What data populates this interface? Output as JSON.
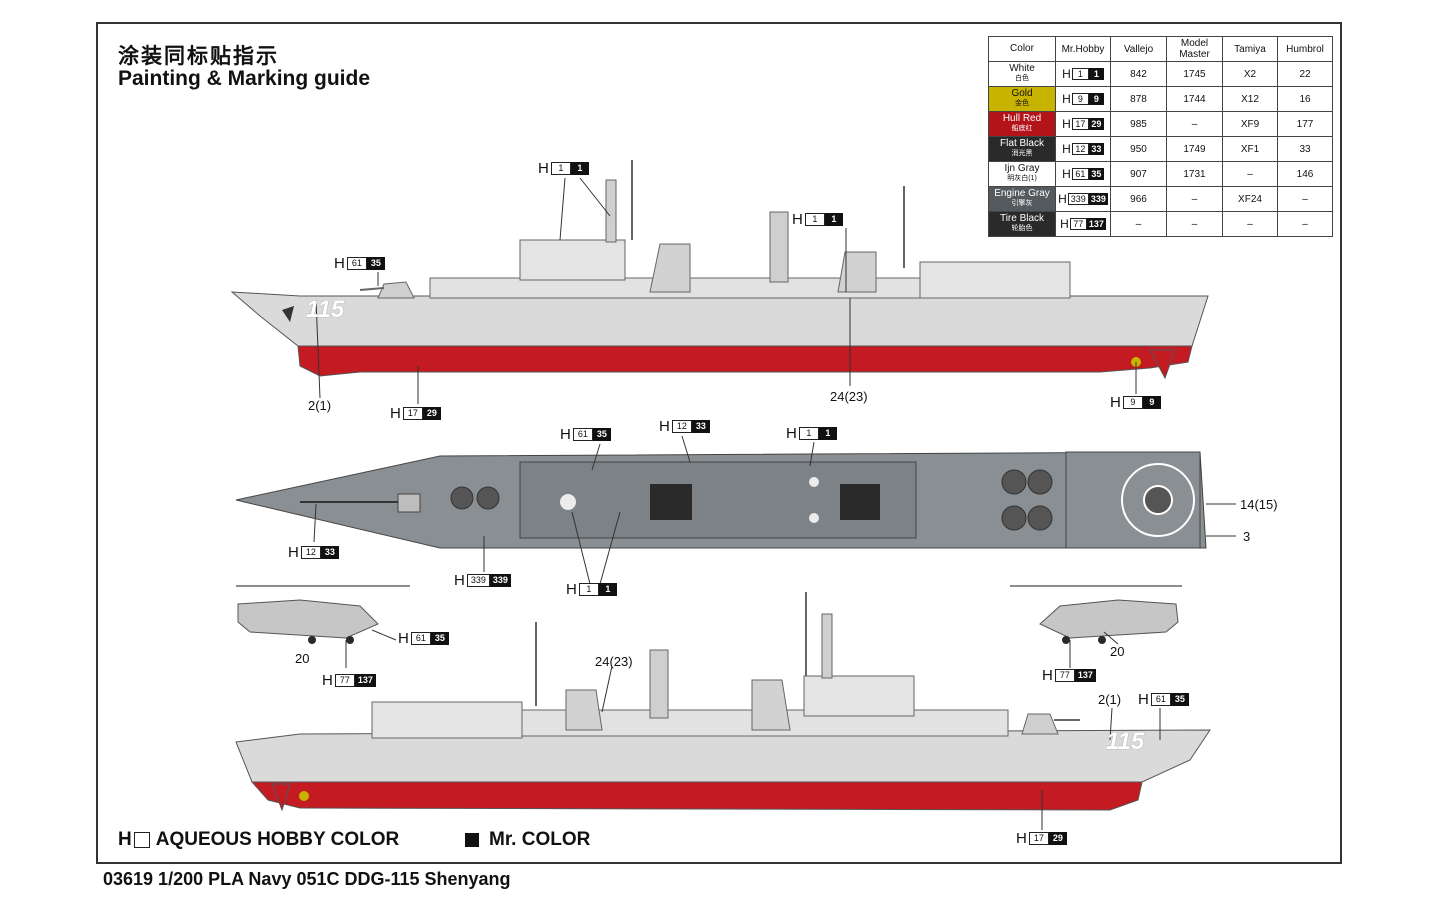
{
  "title_cn": "涂装同标贴指示",
  "title_en": "Painting & Marking guide",
  "product_line": "03619 1/200 PLA Navy 051C DDG-115 Shenyang",
  "legend": {
    "aqueous": "AQUEOUS HOBBY COLOR",
    "mr_color": "Mr. COLOR"
  },
  "hull_number": "115",
  "table": {
    "headers": [
      "Color",
      "Mr.Hobby",
      "Vallejo",
      "Model Master",
      "Tamiya",
      "Humbrol"
    ],
    "rows": [
      {
        "color": "White",
        "cn": "白色",
        "bg": "#ffffff",
        "fg": "#111111",
        "aq": "1",
        "mr": "1",
        "vallejo": "842",
        "mm": "1745",
        "tamiya": "X2",
        "humbrol": "22"
      },
      {
        "color": "Gold",
        "cn": "金色",
        "bg": "#c8b400",
        "fg": "#111111",
        "aq": "9",
        "mr": "9",
        "vallejo": "878",
        "mm": "1744",
        "tamiya": "X12",
        "humbrol": "16"
      },
      {
        "color": "Hull Red",
        "cn": "船底红",
        "bg": "#b3141a",
        "fg": "#ffffff",
        "aq": "17",
        "mr": "29",
        "vallejo": "985",
        "mm": "–",
        "tamiya": "XF9",
        "humbrol": "177"
      },
      {
        "color": "Flat Black",
        "cn": "消光黑",
        "bg": "#2a2a2a",
        "fg": "#ffffff",
        "aq": "12",
        "mr": "33",
        "vallejo": "950",
        "mm": "1749",
        "tamiya": "XF1",
        "humbrol": "33"
      },
      {
        "color": "Ijn Gray",
        "cn": "明灰白(1)",
        "bg": "#ffffff",
        "fg": "#111111",
        "aq": "61",
        "mr": "35",
        "vallejo": "907",
        "mm": "1731",
        "tamiya": "–",
        "humbrol": "146"
      },
      {
        "color": "Engine Gray",
        "cn": "引擎灰",
        "bg": "#555a5e",
        "fg": "#ffffff",
        "aq": "339",
        "mr": "339",
        "vallejo": "966",
        "mm": "–",
        "tamiya": "XF24",
        "humbrol": "–"
      },
      {
        "color": "Tire Black",
        "cn": "轮胎色",
        "bg": "#2a2a2a",
        "fg": "#ffffff",
        "aq": "77",
        "mr": "137",
        "vallejo": "–",
        "mm": "–",
        "tamiya": "–",
        "humbrol": "–"
      }
    ]
  },
  "callouts": [
    {
      "id": "c1",
      "aq": "1",
      "mr": "1"
    },
    {
      "id": "c2",
      "aq": "61",
      "mr": "35"
    },
    {
      "id": "c3",
      "aq": "1",
      "mr": "1"
    },
    {
      "id": "c4",
      "aq": "17",
      "mr": "29"
    },
    {
      "id": "c5",
      "aq": "9",
      "mr": "9"
    },
    {
      "id": "c6",
      "aq": "61",
      "mr": "35"
    },
    {
      "id": "c7",
      "aq": "12",
      "mr": "33"
    },
    {
      "id": "c8",
      "aq": "1",
      "mr": "1"
    },
    {
      "id": "c9",
      "aq": "12",
      "mr": "33"
    },
    {
      "id": "c10",
      "aq": "339",
      "mr": "339"
    },
    {
      "id": "c11",
      "aq": "1",
      "mr": "1"
    },
    {
      "id": "c12",
      "aq": "61",
      "mr": "35"
    },
    {
      "id": "c13",
      "aq": "77",
      "mr": "137"
    },
    {
      "id": "c14",
      "aq": "77",
      "mr": "137"
    },
    {
      "id": "c15",
      "aq": "61",
      "mr": "35"
    },
    {
      "id": "c16",
      "aq": "17",
      "mr": "29"
    }
  ],
  "part_numbers": {
    "p1": "2(1)",
    "p2": "24(23)",
    "p3": "14(15)",
    "p4": "3",
    "p5": "20",
    "p6": "20",
    "p7": "24(23)",
    "p8": "2(1)"
  },
  "colors": {
    "hull_gray": "#d9d9d9",
    "deck_gray": "#8a8f93",
    "hull_red": "#c41a22",
    "outline": "#555555"
  }
}
